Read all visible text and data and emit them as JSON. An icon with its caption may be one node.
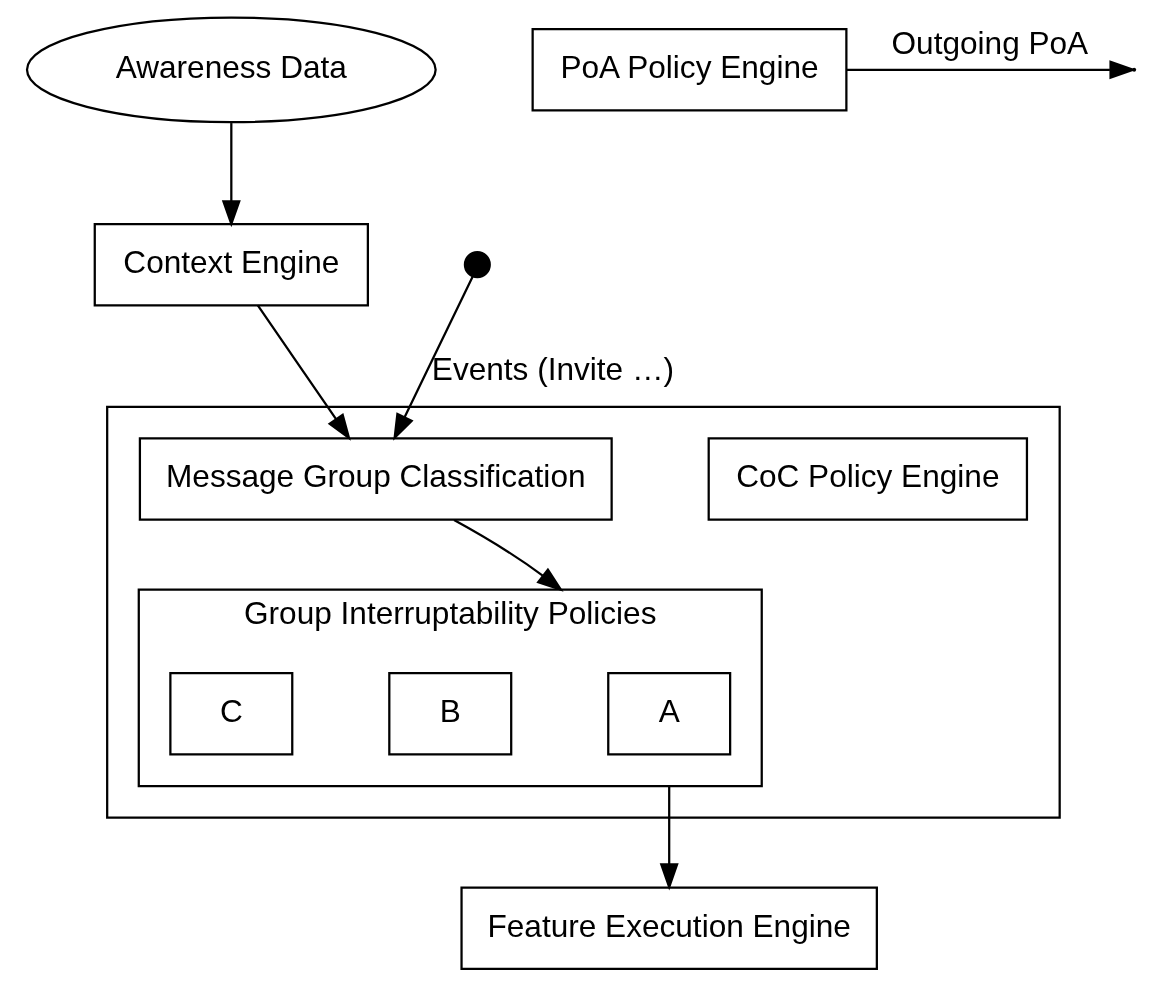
{
  "diagram": {
    "nodes": [
      {
        "text": [
          "Awareness Data"
        ]
      },
      {
        "text": [
          "Context Engine"
        ]
      },
      {
        "text": [],
        "shape": "box"
      },
      {
        "text": [
          "CoC Policy Engine"
        ],
        "in": 2
      },
      {
        "text": [
          "Message Group Classification"
        ],
        "in": 2
      },
      {
        "text": [
          "Group Interruptability Policies"
        ],
        "in": 2
      },
      {
        "text": [
          "A"
        ],
        "in": 5
      },
      {
        "text": [
          "B"
        ],
        "in": 5
      },
      {
        "text": [
          "C"
        ],
        "in": 5
      },
      {
        "text": [
          "PoA Policy Engine"
        ]
      },
      {
        "text": [
          "Feature Execution Engine"
        ]
      },
      {
        "text": [],
        "shape": "circle"
      }
    ],
    "edges": [
      {
        "from": 0,
        "to": 1,
        "arrow": "to"
      },
      {
        "from": 1,
        "to": 4,
        "arrow": "to"
      },
      {
        "from": 11,
        "to": 4,
        "arrow": "to",
        "label": "Events (Invite …)"
      },
      {
        "from": 4,
        "to": 5,
        "arrow": "to"
      },
      {
        "from": 5,
        "to": 10,
        "arrow": "to"
      },
      {
        "from": 9,
        "to": null,
        "arrow": "to",
        "label": "Outgoing PoA"
      }
    ]
  }
}
